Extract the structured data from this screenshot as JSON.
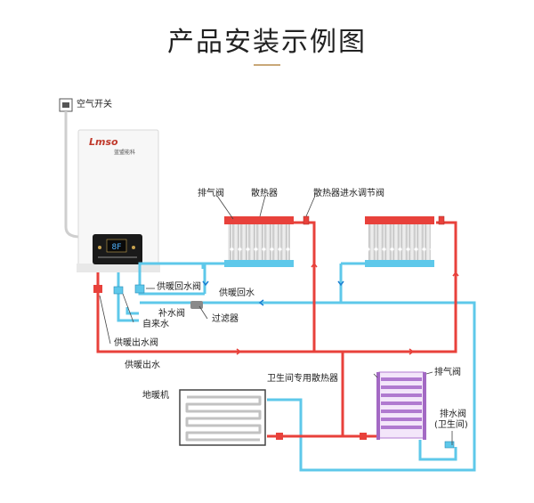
{
  "title": "产品安装示例图",
  "brand": {
    "logo_text": "Lmso",
    "sub_text": "蓝盟能科"
  },
  "labels": {
    "air_switch": "空气开关",
    "exhaust_valve_1": "排气阀",
    "radiator": "散热器",
    "radiator_inlet_valve": "散热器进水调节阀",
    "heating_return_valve": "供暖回水阀",
    "heating_return_water": "供暖回水",
    "makeup_valve": "补水阀",
    "filter": "过滤器",
    "tap_water": "自来水",
    "heating_outlet_valve": "供暖出水阀",
    "heating_outlet_water": "供暖出水",
    "bathroom_radiator": "卫生间专用散热器",
    "exhaust_valve_2": "排气阀",
    "floor_heating": "地暖机",
    "drain_valve": "排水阀",
    "drain_valve_note": "(卫生间)"
  },
  "colors": {
    "hot_pipe": "#e8413b",
    "cold_pipe": "#5ec8ea",
    "radiator_fin": "#d8d8d8",
    "bath_radiator": "#b07ad0",
    "display": "#1a1a1a"
  }
}
